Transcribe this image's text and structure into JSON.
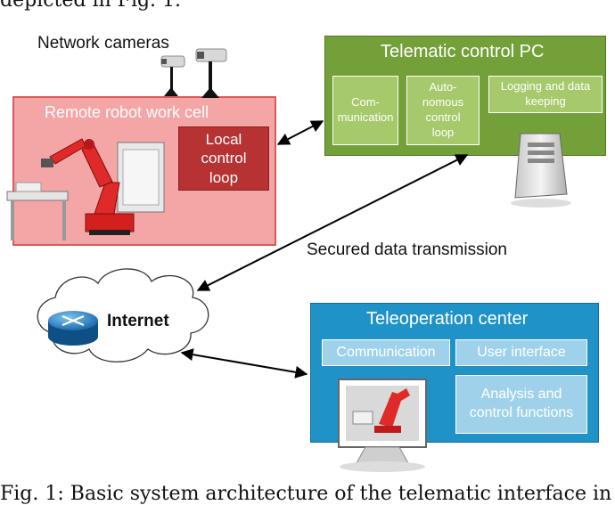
{
  "caption": {
    "top_partial": "depicted in Fig. 1.",
    "bottom_partial": "Fig. 1: Basic system architecture of the telematic interface in"
  },
  "network_cameras": {
    "label": "Network cameras"
  },
  "robot_cell": {
    "title": "Remote robot work cell",
    "local_loop": "Local control loop"
  },
  "telematic_pc": {
    "title": "Telematic control PC",
    "modules": [
      "Com-munication",
      "Auto-nomous control loop",
      "Logging and data keeping"
    ]
  },
  "transmission": {
    "label": "Secured data transmission"
  },
  "internet": {
    "label": "Internet"
  },
  "teleoperation": {
    "title": "Teleoperation center",
    "communication": "Communication",
    "user_interface": "User interface",
    "analysis": "Analysis and control functions"
  },
  "colors": {
    "red_fill": "#f4a6a6",
    "red_border": "#d75a5a",
    "dark_red": "#b73232",
    "green_fill": "#74a03a",
    "green_light": "#a6c96b",
    "blue_fill": "#1f92c8",
    "blue_light": "#9fd2ea"
  }
}
